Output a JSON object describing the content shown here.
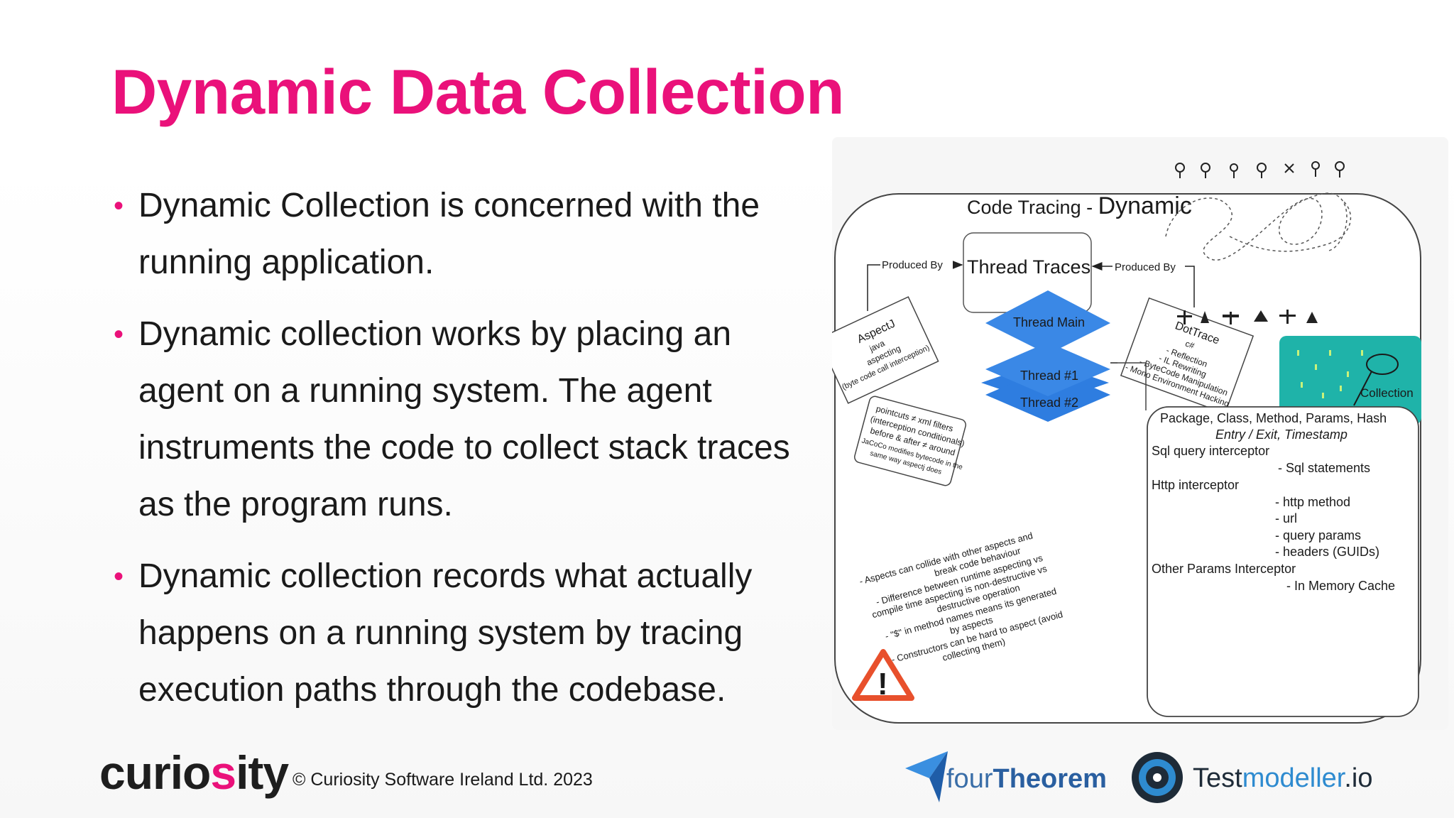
{
  "slide": {
    "title": "Dynamic Data Collection",
    "bullets": [
      "Dynamic Collection is concerned with the running application.",
      "Dynamic collection works by placing an agent on a running system. The agent instruments the code to collect stack traces as the program runs.",
      "Dynamic collection records what actually happens on a running system by tracing execution paths through the codebase."
    ],
    "accent_color": "#ea117a"
  },
  "footer": {
    "logo_part1": "curio",
    "logo_part2": "s",
    "logo_part3": "ity",
    "copyright": "© Curiosity Software Ireland Ltd. 2023",
    "partner1": {
      "name_part1": "four",
      "name_part2": "Theorem"
    },
    "partner2": {
      "name_part1": "Test",
      "name_part2": "modeller",
      "name_part3": ".io"
    }
  },
  "diagram": {
    "heading_prefix": "Code Tracing - ",
    "heading_main": "Dynamic",
    "thread_traces": "Thread Traces",
    "produced_by_left": "Produced By",
    "produced_by_right": "Produced By",
    "aspectj": {
      "title": "AspectJ",
      "line1": "java",
      "line2": "aspecting",
      "line3": "(byte code call interception)"
    },
    "dottrace": {
      "title": "DotTrace",
      "lang": "c#",
      "items": [
        "- Reflection",
        "- IL Rewriting",
        "- ByteCode Manipulation",
        "- Mono Environment Hacking"
      ]
    },
    "pointcuts_note": [
      "pointcuts ≠ xml filters",
      "(interception conditionals)",
      "before & after ≠ around",
      "JaCoCo modifies bytecode in the",
      "same way aspectj does"
    ],
    "threads": [
      "Thread Main",
      "Thread #1",
      "Thread #2"
    ],
    "collection_label": "Collection",
    "details": {
      "header1": "Package, Class, Method, Params, Hash",
      "header2": "Entry / Exit, Timestamp",
      "sql": "Sql query interceptor",
      "sql_item": "- Sql statements",
      "http": "Http interceptor",
      "http_items": [
        "- http method",
        "- url",
        "- query params",
        "- headers (GUIDs)"
      ],
      "other": "Other Params Interceptor",
      "other_item": "- In Memory Cache"
    },
    "warnings": [
      "- Aspects can collide with other aspects and",
      "break code behaviour",
      "- Difference between runtime aspecting vs",
      "compile time aspecting is non-destructive vs",
      "destructive operation",
      "- \"$\" in method names means its generated",
      "by aspects",
      "- Constructors can be hard to aspect (avoid",
      "collecting them)"
    ],
    "warning_symbol": "!"
  }
}
